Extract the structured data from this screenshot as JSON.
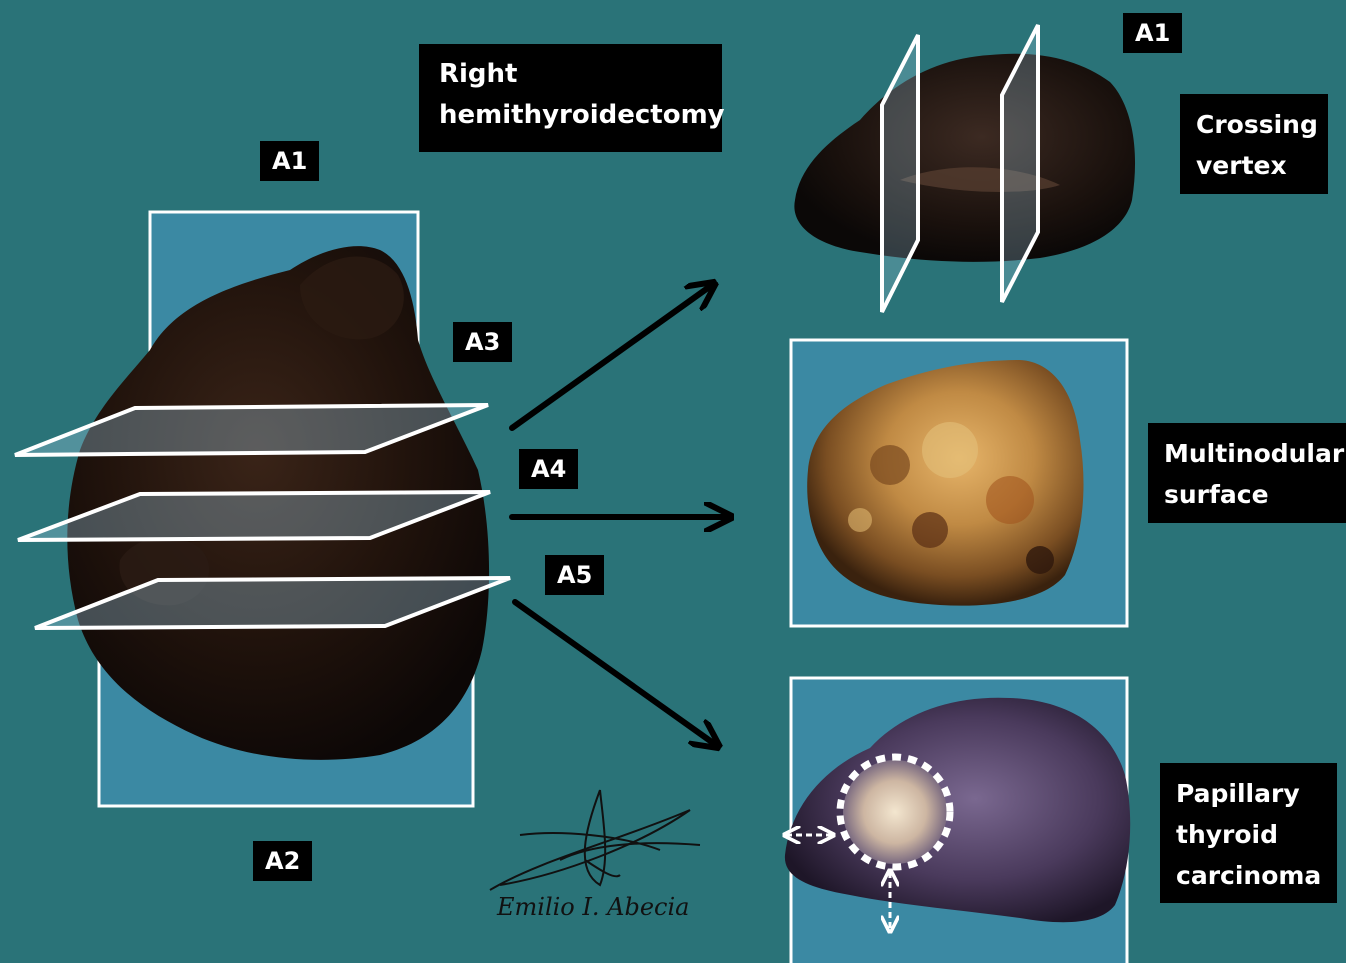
{
  "figure": {
    "title_lines": [
      "Right",
      "hemithyroidectomy"
    ],
    "plane_labels": {
      "left_top": "A1",
      "left_bottom": "A2",
      "a3": "A3",
      "a4": "A4",
      "a5": "A5",
      "right_top": "A1"
    },
    "captions": {
      "crossing_vertex": [
        "Crossing",
        "vertex"
      ],
      "multinodular_surface": [
        "Multinodular",
        "surface"
      ],
      "papillary_carcinoma": [
        "Papillary",
        "thyroid",
        "carcinoma"
      ]
    },
    "signature": "Emilio I. Abecia"
  },
  "colors": {
    "background": "#2a7378",
    "box_fill": "#3b89a3",
    "label_bg": "#000000",
    "label_text": "#ffffff",
    "specimen_dark": "#1a0f0a",
    "multinodular_tissue": "#b8833f",
    "carcinoma_tissue": "#4d3a5c"
  }
}
